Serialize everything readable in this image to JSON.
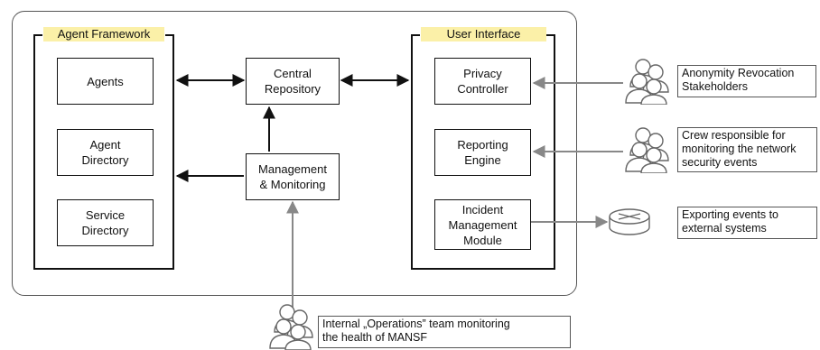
{
  "agent_framework": {
    "title": "Agent Framework",
    "agents": "Agents",
    "agent_directory": "Agent\nDirectory",
    "service_directory": "Service\nDirectory"
  },
  "central_repository": "Central\nRepository",
  "management_monitoring": "Management\n& Monitoring",
  "user_interface": {
    "title": "User Interface",
    "privacy_controller": "Privacy\nController",
    "reporting_engine": "Reporting\nEngine",
    "incident_module": "Incident\nManagement\nModule"
  },
  "stakeholders": {
    "anonymity": "Anonymity Revocation\nStakeholders",
    "crew": "Crew responsible for\nmonitoring the network\nsecurity events",
    "exporting": "Exporting events to\nexternal systems",
    "operations": "Internal „Operations” team monitoring\nthe health of MANSF"
  },
  "icons": {
    "group": "people-group-icon",
    "router": "router-icon"
  }
}
